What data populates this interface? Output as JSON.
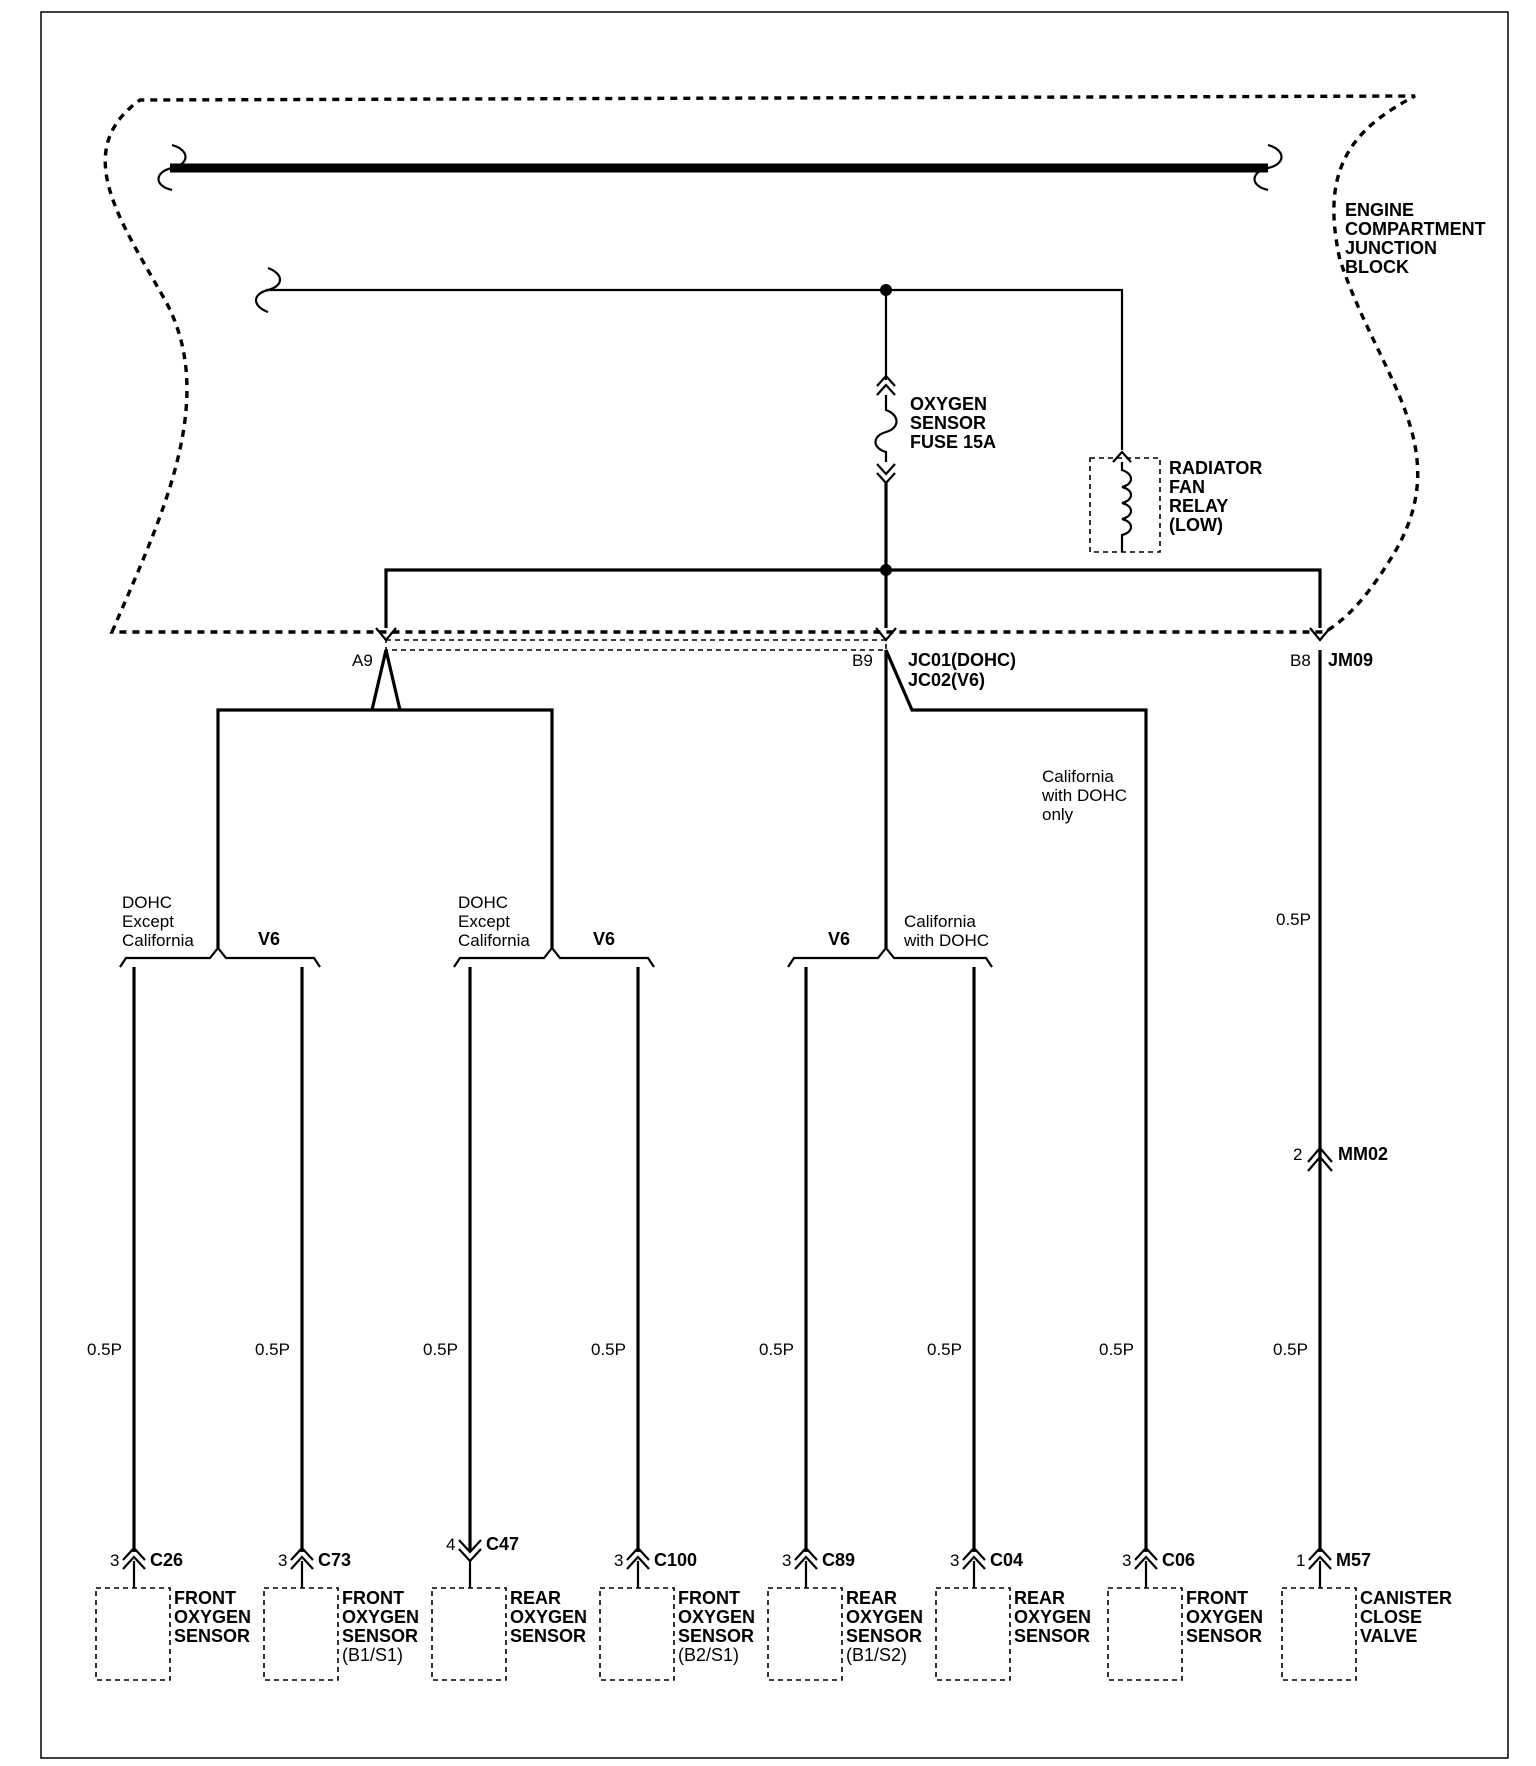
{
  "block": {
    "label": [
      "ENGINE",
      "COMPARTMENT",
      "JUNCTION",
      "BLOCK"
    ]
  },
  "fuse": {
    "label": [
      "OXYGEN",
      "SENSOR",
      "FUSE 15A"
    ]
  },
  "relay": {
    "label": [
      "RADIATOR",
      "FAN",
      "RELAY",
      "(LOW)"
    ]
  },
  "terminals": {
    "a9": "A9",
    "b9": "B9",
    "b8": "B8",
    "jc01": "JC01(DOHC)",
    "jc02": "JC02(V6)",
    "jm09": "JM09"
  },
  "branch_labels": {
    "dohc_except_ca": [
      "DOHC",
      "Except",
      "California"
    ],
    "v6": "V6",
    "ca_with_dohc": [
      "California",
      "with DOHC"
    ],
    "ca_with_dohc_only": [
      "California",
      "with DOHC",
      "only"
    ]
  },
  "wire_gauge": "0.5P",
  "inline_connector": {
    "pin": "2",
    "id": "MM02"
  },
  "components": [
    {
      "pin": "3",
      "connector": "C26",
      "label": [
        "FRONT",
        "OXYGEN",
        "SENSOR"
      ]
    },
    {
      "pin": "3",
      "connector": "C73",
      "label": [
        "FRONT",
        "OXYGEN",
        "SENSOR",
        "(B1/S1)"
      ]
    },
    {
      "pin": "4",
      "connector": "C47",
      "label": [
        "REAR",
        "OXYGEN",
        "SENSOR"
      ]
    },
    {
      "pin": "3",
      "connector": "C100",
      "label": [
        "FRONT",
        "OXYGEN",
        "SENSOR",
        "(B2/S1)"
      ]
    },
    {
      "pin": "3",
      "connector": "C89",
      "label": [
        "REAR",
        "OXYGEN",
        "SENSOR",
        "(B1/S2)"
      ]
    },
    {
      "pin": "3",
      "connector": "C04",
      "label": [
        "REAR",
        "OXYGEN",
        "SENSOR"
      ]
    },
    {
      "pin": "3",
      "connector": "C06",
      "label": [
        "FRONT",
        "OXYGEN",
        "SENSOR"
      ]
    },
    {
      "pin": "1",
      "connector": "M57",
      "label": [
        "CANISTER",
        "CLOSE",
        "VALVE"
      ]
    }
  ]
}
